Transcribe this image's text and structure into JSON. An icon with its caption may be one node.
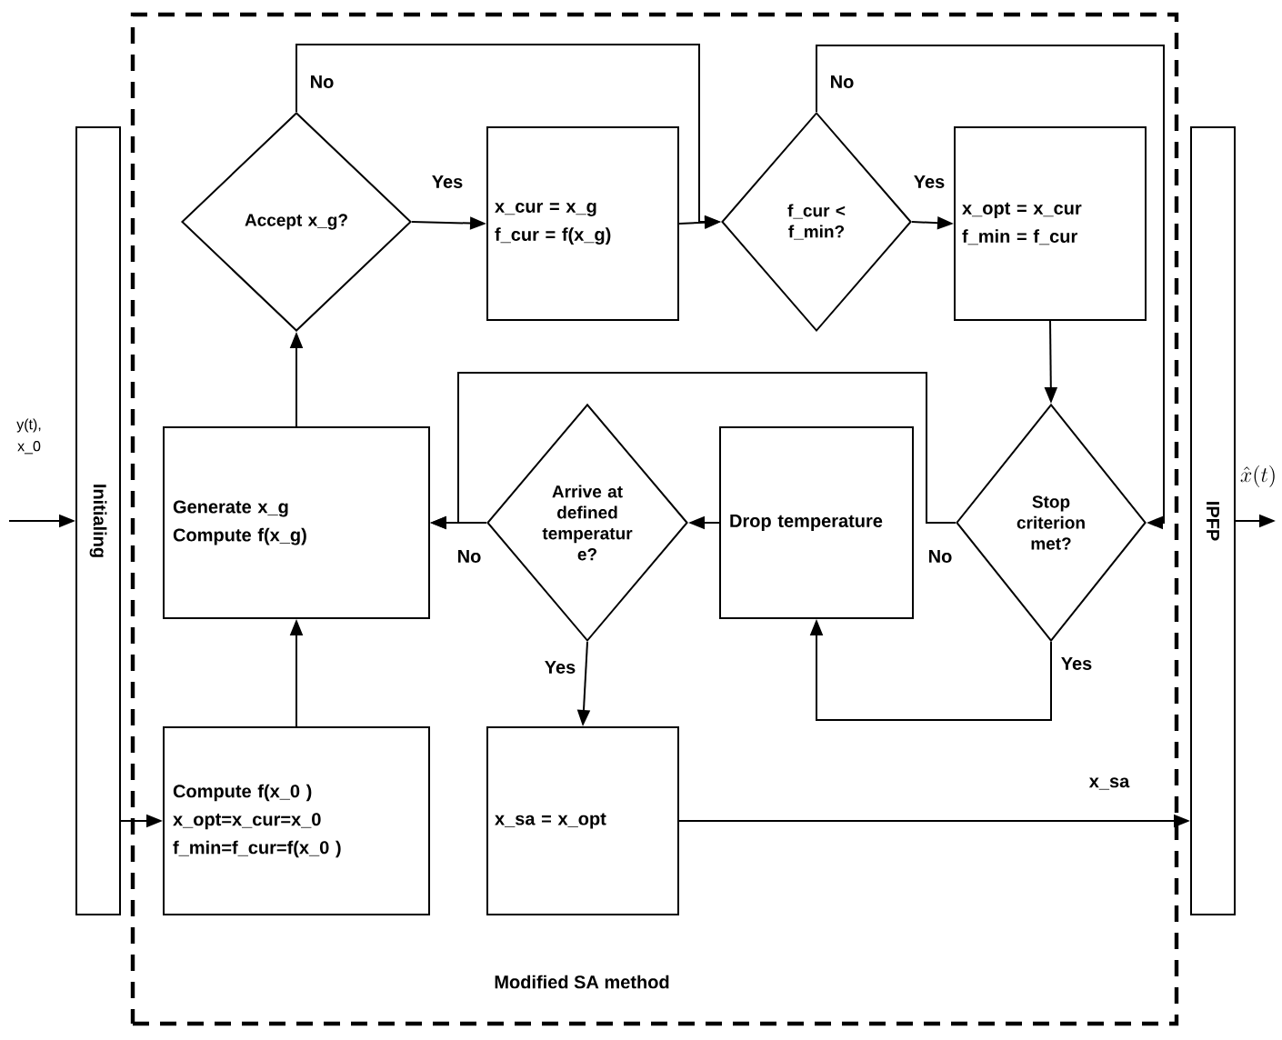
{
  "diagram": {
    "nodes": [
      {
        "text": [
          "Modified SA method"
        ]
      },
      {
        "text": [
          "Initialing"
        ]
      },
      {
        "text": [
          "IPFP"
        ]
      },
      {
        "text": [
          "Accept x_g?"
        ],
        "in": 0
      },
      {
        "text": [
          "x_cur = x_g",
          "f_cur = f(x_g)"
        ],
        "in": 0
      },
      {
        "text": [
          "f_cur < f_min?"
        ],
        "in": 0
      },
      {
        "text": [
          "x_opt = x_cur",
          "f_min = f_cur"
        ],
        "in": 0
      },
      {
        "text": [
          "Generate  x_g",
          "Compute f(x_g)"
        ],
        "in": 0
      },
      {
        "text": [
          "Arrive at defined temperatur e?"
        ],
        "in": 0
      },
      {
        "text": [
          "Drop temperature"
        ],
        "in": 0
      },
      {
        "text": [
          "Stop criterion met?"
        ],
        "in": 0
      },
      {
        "text": [
          "Compute f(x_0 )",
          "x_opt=x_cur=x_0",
          "f_min=f_cur=f(x_0 )"
        ],
        "in": 0
      },
      {
        "text": [
          "x_sa = x_opt"
        ],
        "in": 0
      }
    ],
    "edges": [
      {
        "from": null,
        "to": 1,
        "arrow": "to",
        "label": "y(t), x_0"
      },
      {
        "from": 1,
        "to": 11,
        "arrow": "to"
      },
      {
        "from": 11,
        "to": 7,
        "arrow": "to"
      },
      {
        "from": 7,
        "to": 3,
        "arrow": "to"
      },
      {
        "from": 3,
        "to": 4,
        "arrow": "to",
        "label": "Yes"
      },
      {
        "from": 3,
        "to": 5,
        "arrow": "to",
        "label": "No"
      },
      {
        "from": 4,
        "to": 5,
        "arrow": "to"
      },
      {
        "from": 5,
        "to": 6,
        "arrow": "to",
        "label": "Yes"
      },
      {
        "from": 5,
        "to": 10,
        "arrow": "to",
        "label": "No"
      },
      {
        "from": 6,
        "to": 10,
        "arrow": "to"
      },
      {
        "from": 10,
        "to": 9,
        "arrow": "to",
        "label": "Yes"
      },
      {
        "from": 10,
        "to": 7,
        "arrow": "to",
        "label": "No"
      },
      {
        "from": 9,
        "to": 8,
        "arrow": "to"
      },
      {
        "from": 8,
        "to": 7,
        "arrow": "to",
        "label": "No"
      },
      {
        "from": 8,
        "to": 12,
        "arrow": "to",
        "label": "Yes"
      },
      {
        "from": 12,
        "to": 2,
        "arrow": "to",
        "label": "x_sa"
      },
      {
        "from": 2,
        "to": null,
        "arrow": "to",
        "label": "\\hat{x}(t)"
      }
    ]
  }
}
